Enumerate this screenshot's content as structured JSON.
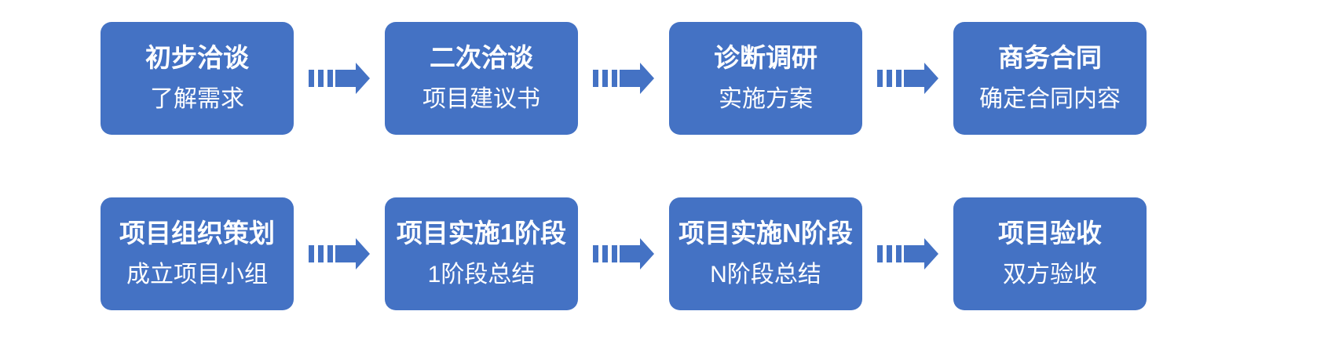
{
  "colors": {
    "box_fill": "#4472C4",
    "box_text": "#FFFFFF",
    "background": "#FFFFFF"
  },
  "icons": {
    "connector": "striped-right-arrow"
  },
  "flowchart": {
    "rows": [
      {
        "steps": [
          {
            "title": "初步洽谈",
            "subtitle": "了解需求"
          },
          {
            "title": "二次洽谈",
            "subtitle": "项目建议书"
          },
          {
            "title": "诊断调研",
            "subtitle": "实施方案"
          },
          {
            "title": "商务合同",
            "subtitle": "确定合同内容"
          }
        ]
      },
      {
        "steps": [
          {
            "title": "项目组织策划",
            "subtitle": "成立项目小组"
          },
          {
            "title": "项目实施1阶段",
            "subtitle": "1阶段总结"
          },
          {
            "title": "项目实施N阶段",
            "subtitle": "N阶段总结"
          },
          {
            "title": "项目验收",
            "subtitle": "双方验收"
          }
        ]
      }
    ]
  }
}
